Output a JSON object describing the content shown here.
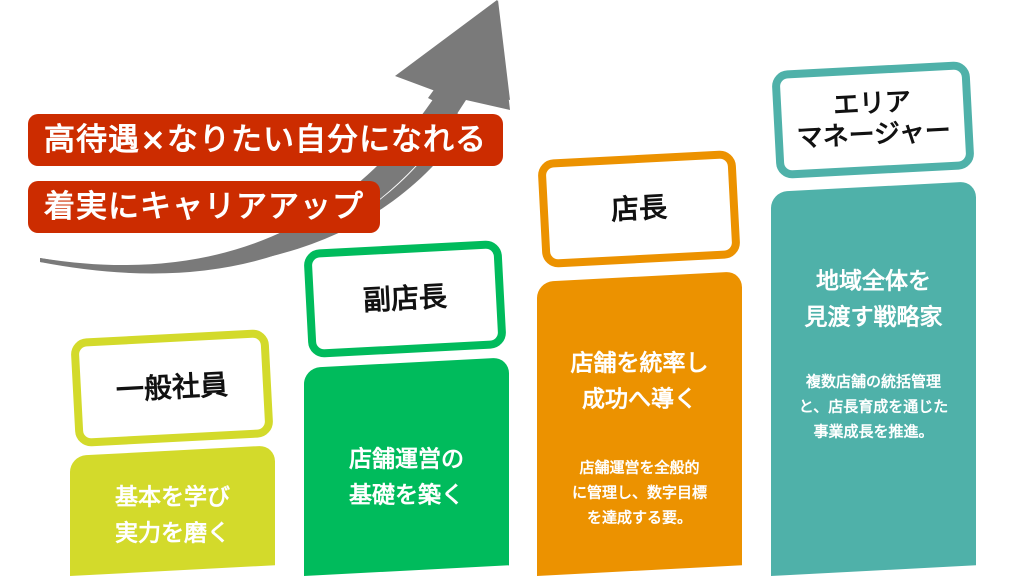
{
  "headline": {
    "line1": "高待遇×なりたい自分になれる",
    "line2": "着実にキャリアアップ"
  },
  "colors": {
    "banner": "#cc2c00",
    "arrow": "#7a7a7a",
    "staff": "#d3da2b",
    "assistant": "#00bb5c",
    "manager": "#ec9200",
    "area": "#4fb1a9"
  },
  "steps": [
    {
      "title": "一般社員",
      "headline1": "基本を学び",
      "headline2": "実力を磨く"
    },
    {
      "title": "副店長",
      "headline1": "店舗運営の",
      "headline2": "基礎を築く"
    },
    {
      "title": "店長",
      "headline1": "店舗を統率し",
      "headline2": "成功へ導く",
      "desc1": "店舗運営を全般的",
      "desc2": "に管理し、数字目標",
      "desc3": "を達成する要。"
    },
    {
      "title1": "エリア",
      "title2": "マネージャー",
      "headline1": "地域全体を",
      "headline2": "見渡す戦略家",
      "desc1": "複数店舗の統括管理",
      "desc2": "と、店長育成を通じた",
      "desc3": "事業成長を推進。"
    }
  ]
}
